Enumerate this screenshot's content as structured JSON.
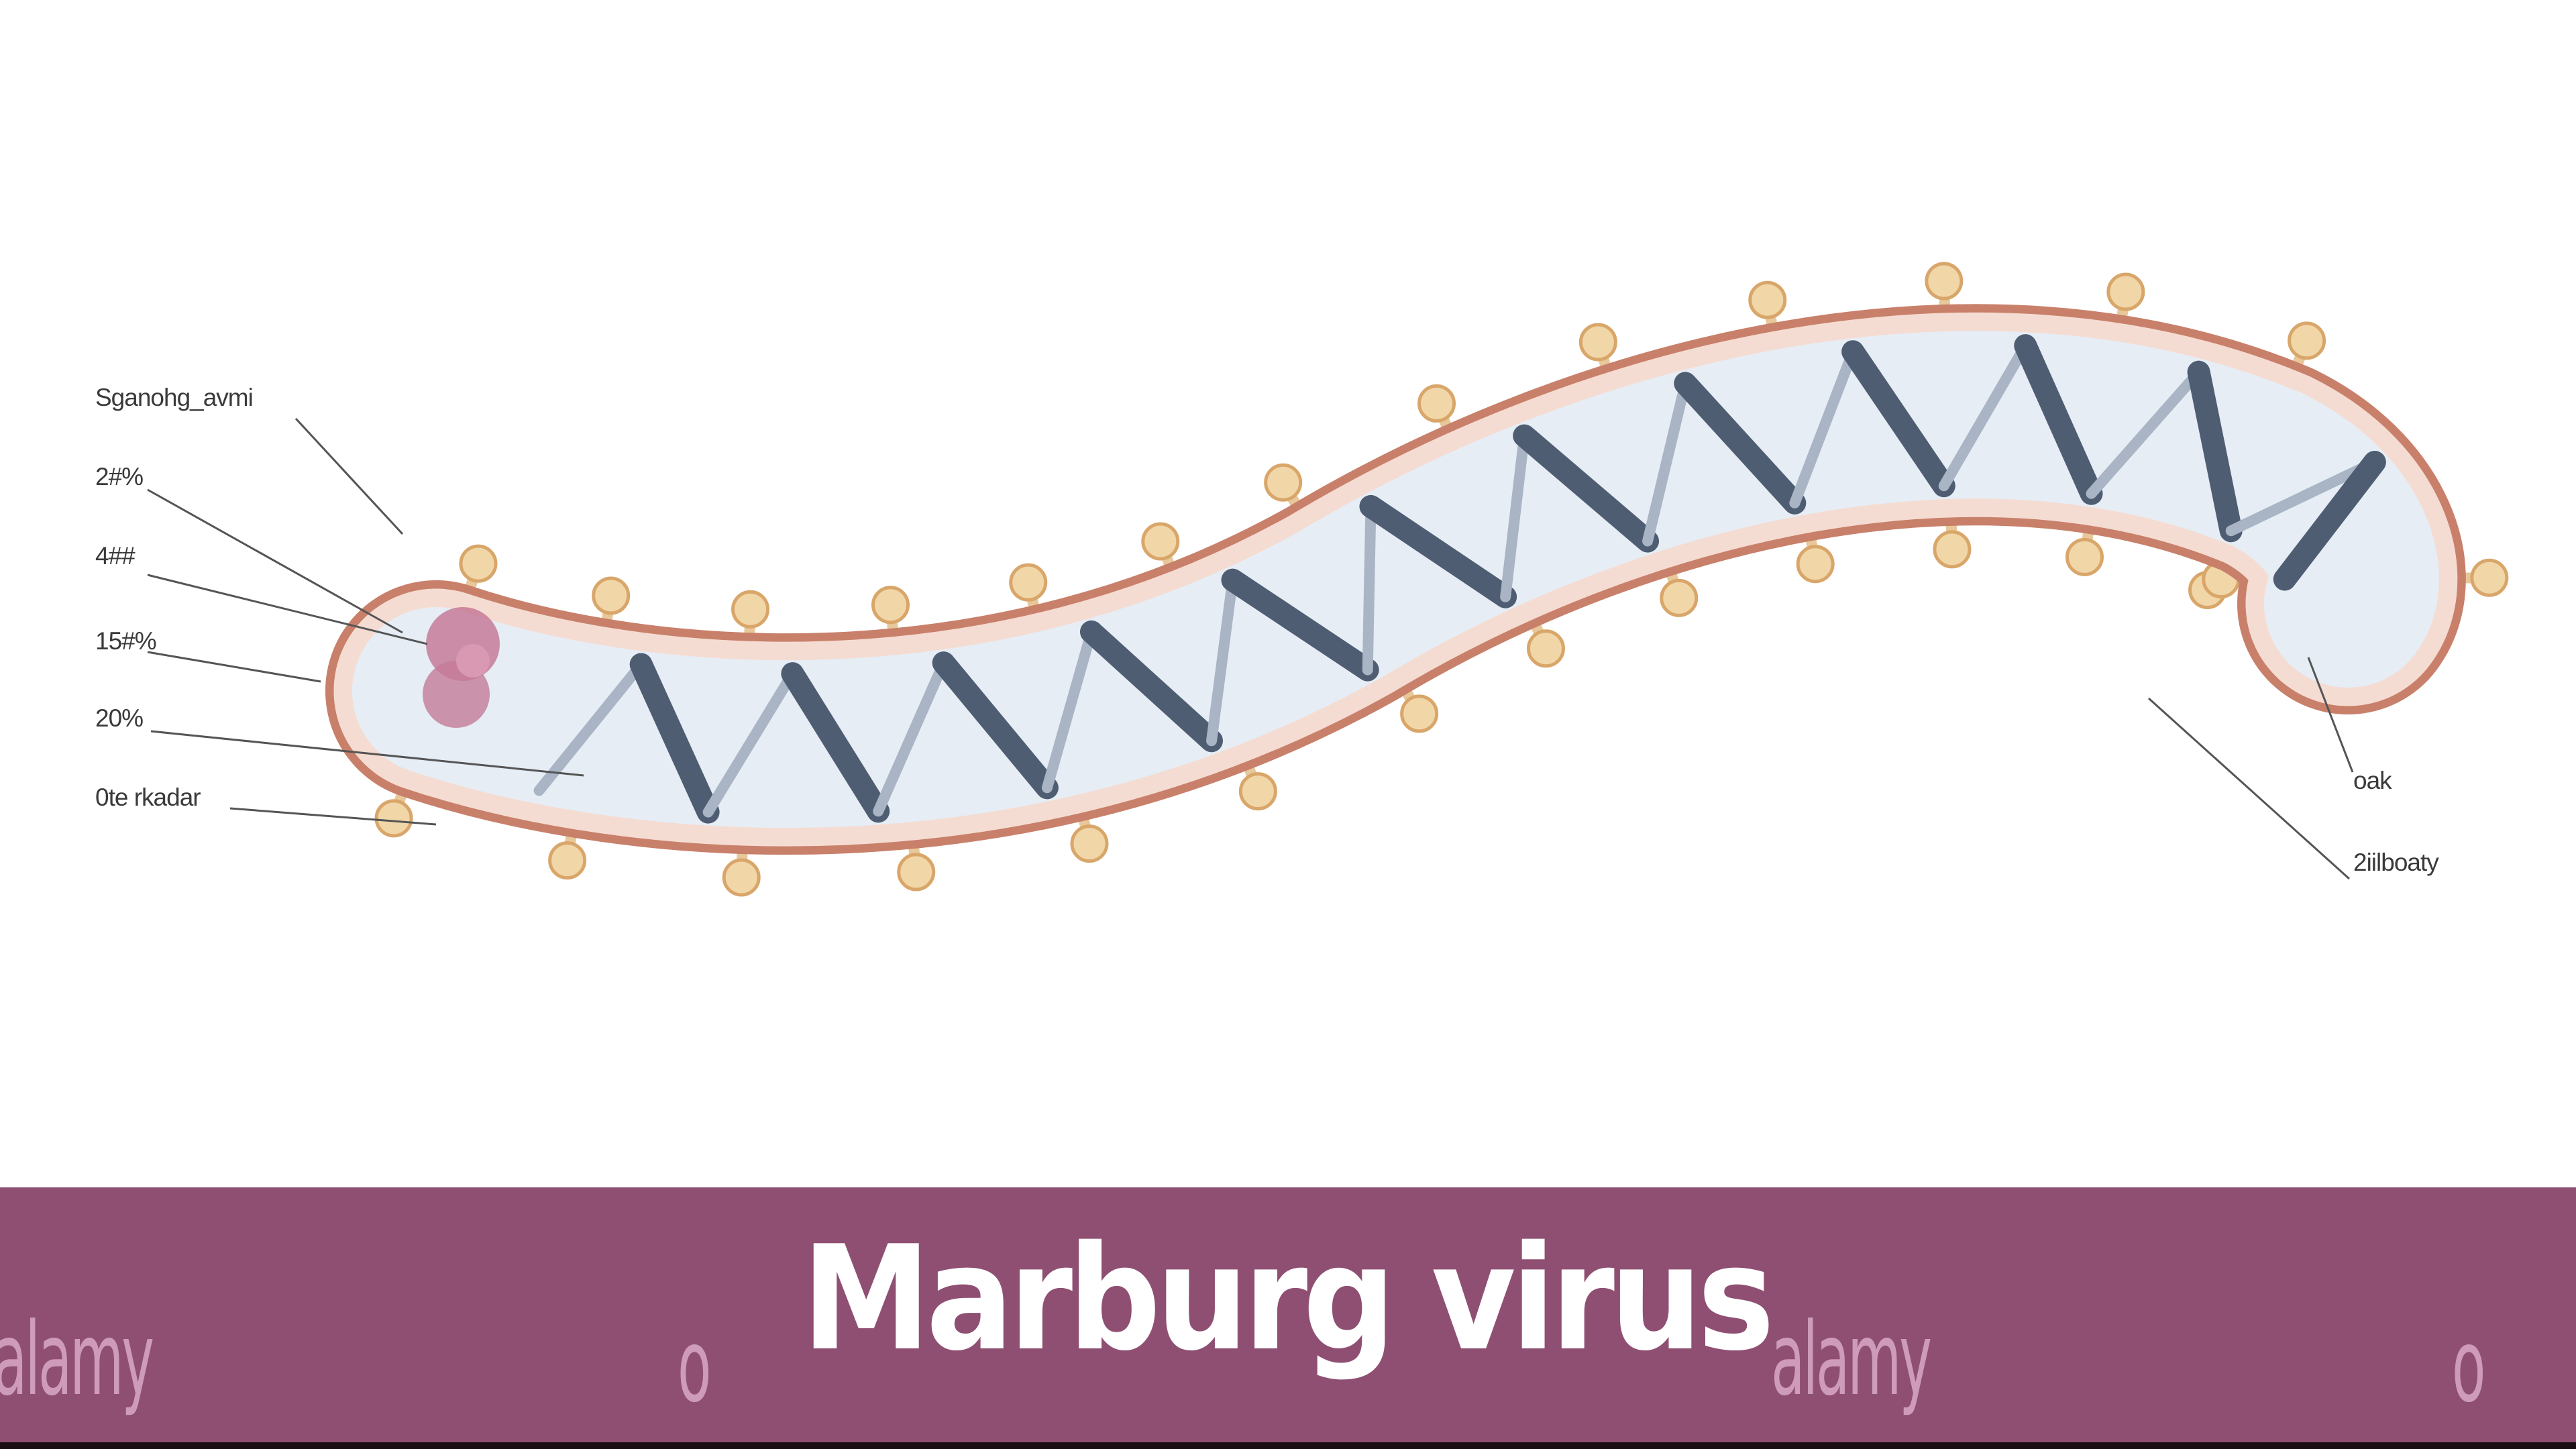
{
  "diagram": {
    "left_labels": [
      "Sganohg_avmi",
      "2#%",
      "4##",
      "15#%",
      "20%",
      "0te rkadar"
    ],
    "right_labels": [
      "oak",
      "2iilboaty"
    ]
  },
  "banner": {
    "title": "Marburg virus",
    "watermarks": [
      "alamy",
      "o",
      "alamy",
      "o"
    ]
  },
  "colors": {
    "banner": "#8f4f72",
    "envelope": "#c8806a",
    "interior": "#e6edf5",
    "helix": "#4f5d72",
    "spike": "#f1d6a8",
    "nucleoprotein_blob": "#c47a98"
  }
}
